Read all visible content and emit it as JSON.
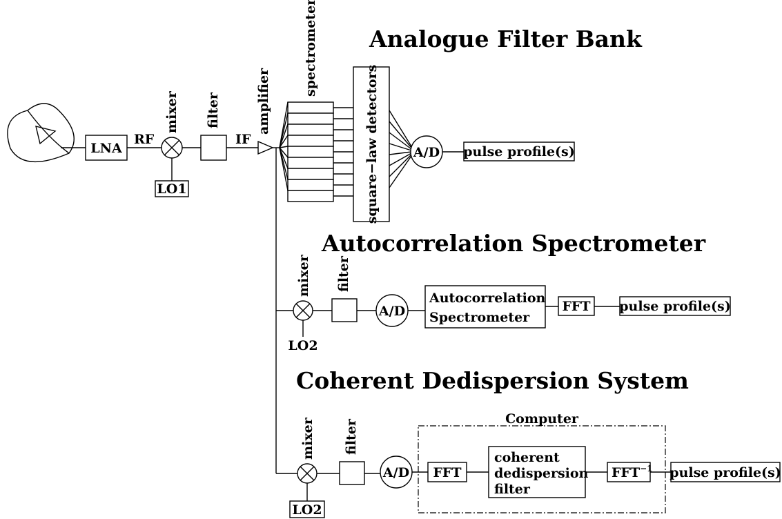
{
  "titles": {
    "filter_bank": "Analogue Filter Bank",
    "autocorrelation": "Autocorrelation Spectrometer",
    "coherent": "Coherent Dedispersion System"
  },
  "front_end": {
    "lna": "LNA",
    "rf": "RF",
    "mixer": "mixer",
    "lo1": "LO1",
    "filter": "filter",
    "if": "IF",
    "amplifier": "amplifier"
  },
  "filter_bank": {
    "spectrometer": "spectrometer",
    "square_law": "square−law detectors",
    "ad": "A/D",
    "output": "pulse profile(s)"
  },
  "autocorrelation": {
    "mixer": "mixer",
    "lo2": "LO2",
    "filter": "filter",
    "ad": "A/D",
    "acs_line1": "Autocorrelation",
    "acs_line2": "Spectrometer",
    "fft": "FFT",
    "output": "pulse profile(s)"
  },
  "coherent": {
    "mixer": "mixer",
    "lo2": "LO2",
    "filter": "filter",
    "ad": "A/D",
    "computer": "Computer",
    "fft": "FFT",
    "dd_line1": "coherent",
    "dd_line2": "dedispersion",
    "dd_line3": "filter",
    "ifft": "FFT",
    "ifft_sup": "−1",
    "output": "pulse profile(s)"
  }
}
